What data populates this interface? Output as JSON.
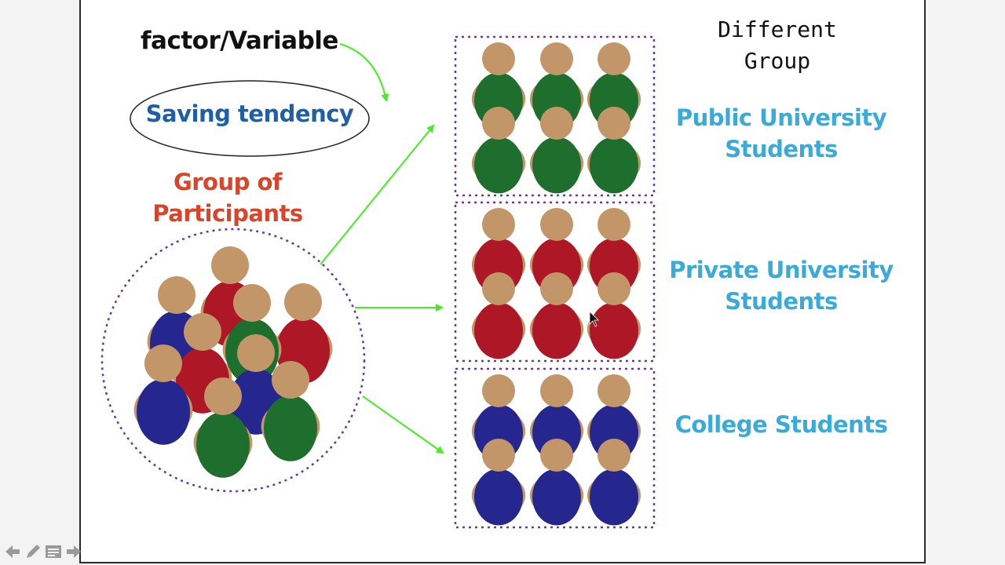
{
  "slide": {
    "factor_label": "factor/Variable",
    "variable_name": "Saving tendency",
    "group_label_line1": "Group of",
    "group_label_line2": "Participants",
    "different_line1": "Different",
    "different_line2": "Group",
    "public_line1": "Public University",
    "public_line2": "Students",
    "private_line1": "Private University",
    "private_line2": "Students",
    "college_label": "College Students"
  },
  "colors": {
    "green": "#1e6e2e",
    "red": "#ae1725",
    "blue": "#25268e",
    "skin": "#c29668",
    "arrow": "#44ee22",
    "border": "#6a3a9a"
  },
  "participants": [
    "blue",
    "red",
    "green",
    "red",
    "red",
    "blue",
    "blue",
    "red",
    "green",
    "green"
  ],
  "groups": [
    {
      "name": "public-university",
      "color": "green",
      "count": 6
    },
    {
      "name": "private-university",
      "color": "red",
      "count": 6
    },
    {
      "name": "college",
      "color": "blue",
      "count": 6
    }
  ],
  "nav_icons": [
    "arrow-left-icon",
    "pencil-icon",
    "notes-icon",
    "arrow-right-icon"
  ]
}
